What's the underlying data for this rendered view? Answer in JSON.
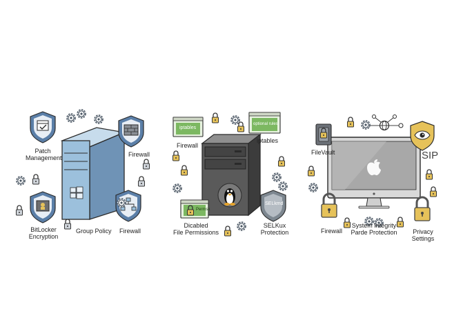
{
  "windows_panel": {
    "patch_line1": "Patch",
    "patch_line2": "Management",
    "firewall_top": "Firewall",
    "bitlocker_line1": "BitLocker",
    "bitlocker_line2": "Encryption",
    "group_policy": "Group Policy",
    "firewall_bottom": "Firewall"
  },
  "linux_panel": {
    "firewall": "Firewall",
    "screen_iptables": "iptables",
    "iptables": "iptables",
    "screen_optional": "optional rules",
    "screen_permissions": "Permsk",
    "disabled_line1": "Dicabled",
    "disabled_line2": "File Permissions",
    "selinux_shield": "SELkmd",
    "selinux_line1": "SELKux",
    "selinux_line2": "Protection"
  },
  "mac_panel": {
    "filevault": "FileVault",
    "sip": "SIP",
    "firewall": "Firewall",
    "sip_line1": "System Integrity",
    "sip_line2": "Parde Protection",
    "privacy_line1": "Privacy",
    "privacy_line2": "Settings"
  },
  "colors": {
    "shield_blue": "#5b7fa8",
    "server_blue": "#9cc0dc",
    "server_dark": "#5a5a5a",
    "screen_green": "#7cb861",
    "lock_gold": "#e6c25a",
    "outline": "#2b2b2b"
  }
}
